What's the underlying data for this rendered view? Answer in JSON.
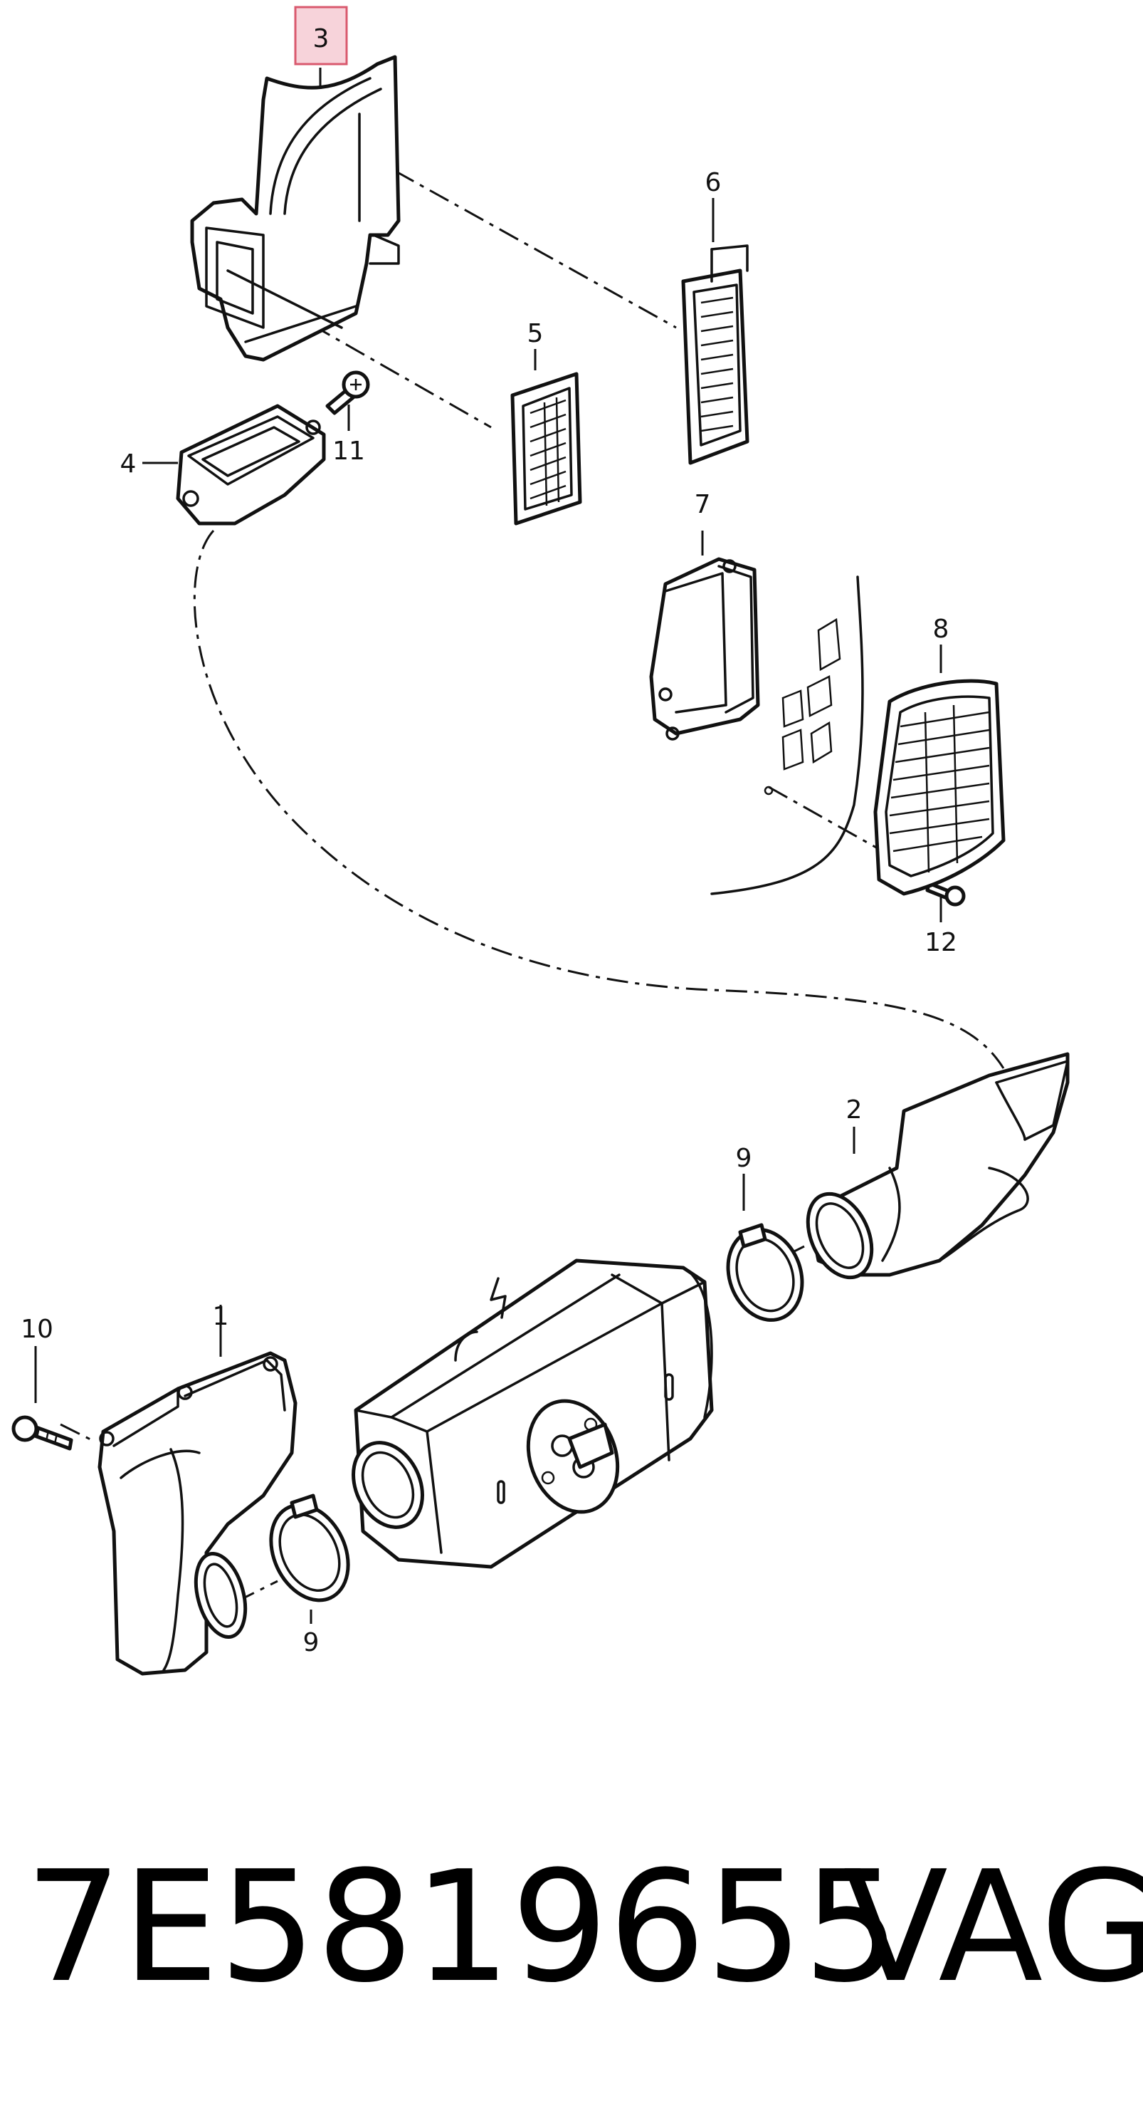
{
  "callouts": {
    "c1": "1",
    "c2": "2",
    "c3": "3",
    "c4": "4",
    "c5": "5",
    "c6": "6",
    "c7": "7",
    "c8": "8",
    "c9a": "9",
    "c9b": "9",
    "c10": "10",
    "c11": "11",
    "c12": "12"
  },
  "highlighted_callout": "3",
  "footer": {
    "part_number": "7E5819655",
    "brand": "VAG"
  },
  "colors": {
    "line": "#111111",
    "highlight_fill": "#f7d3da",
    "highlight_border": "#d9596e",
    "background": "#ffffff"
  }
}
